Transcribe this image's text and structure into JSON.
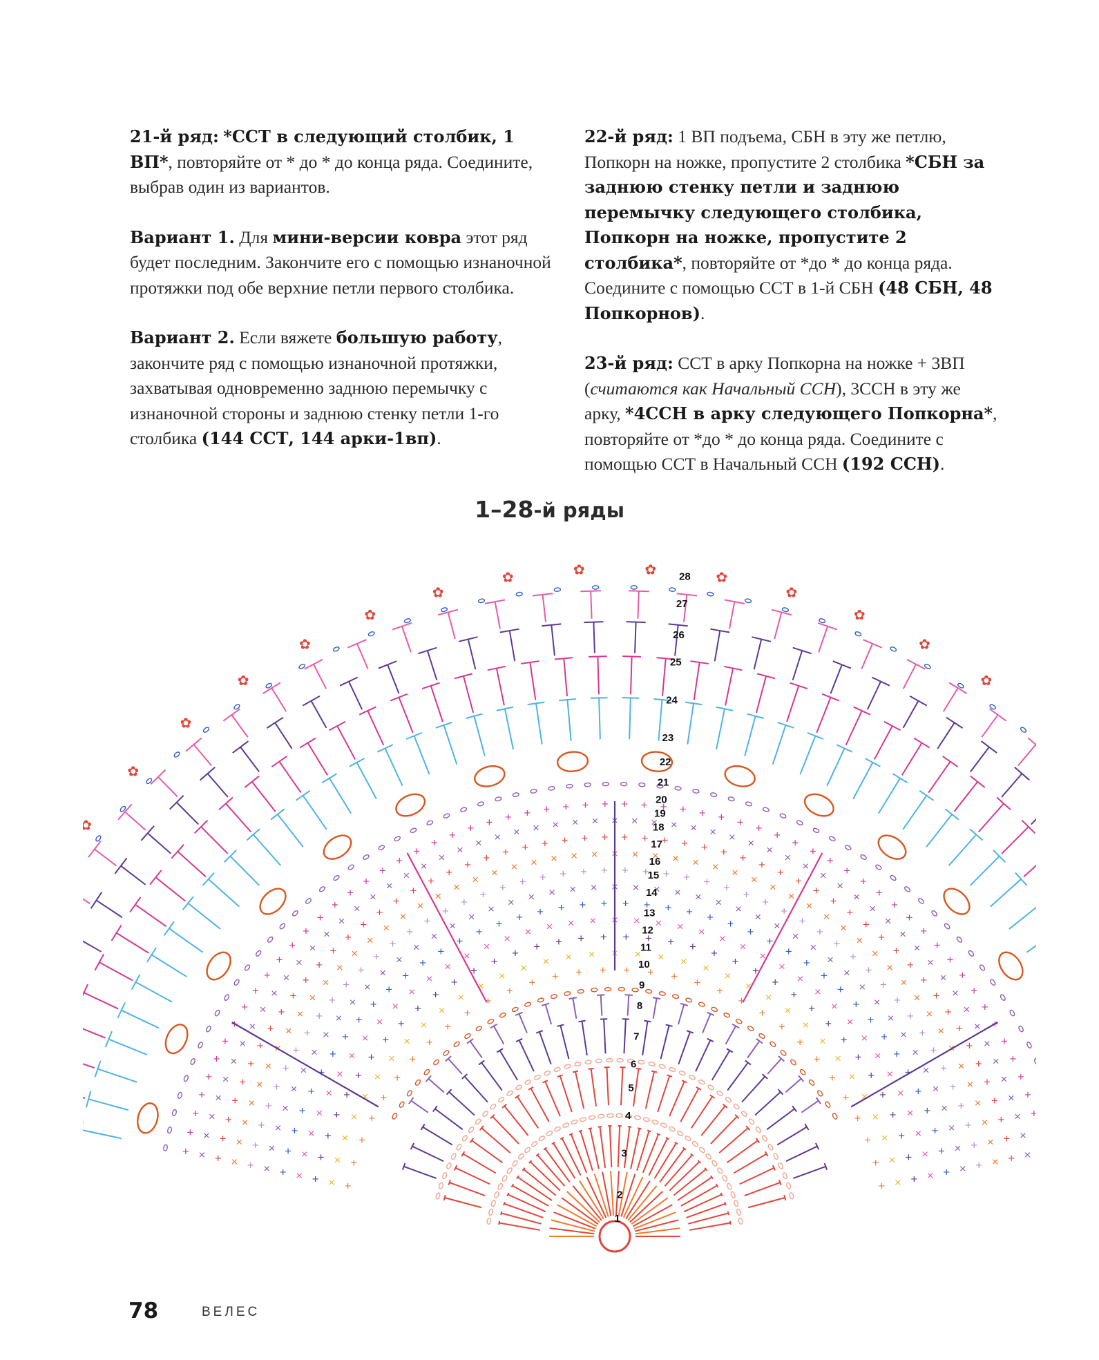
{
  "left_column": {
    "p1": {
      "row_label": "21-й ряд:",
      "bold_instr": "*ССТ в следующий столбик, 1 ВП*",
      "rest": ", повторяйте от * до * до конца ряда. Соедините, выбрав один из вариантов."
    },
    "p2": {
      "label": "Вариант 1.",
      "t1": " Для ",
      "b1": "мини-версии ковра",
      "t2": " этот ряд будет последним. Закончите его с помощью изнаночной протяжки под обе верхние петли первого столбика."
    },
    "p3": {
      "label": "Вариант 2.",
      "t1": " Если вяжете ",
      "b1": "большую работу",
      "t2": ", закончите ряд с помощью изнаночной протяжки, захватывая одновременно заднюю перемычку с изнаночной стороны и заднюю стенку петли 1-го столбика ",
      "b2": "(144 ССТ, 144 арки-1вп)",
      "t3": "."
    }
  },
  "right_column": {
    "p1": {
      "row_label": "22-й ряд:",
      "t1": " 1 ВП подъема, СБН в эту же петлю, Попкорн на ножке, пропустите 2 столбика ",
      "b1": "*СБН за заднюю стенку петли и заднюю перемычку следующего столбика, Попкорн на ножке, пропустите 2 столбика*",
      "t2": ", повторяйте от *до * до конца ряда. Соедините с помощью ССТ в 1-й СБН ",
      "b2": "(48 СБН, 48 Попкорнов)",
      "t3": "."
    },
    "p2": {
      "row_label": "23-й ряд:",
      "t1": " ССТ в арку Попкорна на ножке + 3ВП (",
      "i1": "считаются как Начальный ССН",
      "t2": "), 3ССН в эту же арку, ",
      "b1": "*4ССН в арку следующего Попкорна*",
      "t3": ", повторяйте от *до * до конца ряда. Соедините с помощью ССТ в Начальный ССН ",
      "b2": "(192 ССН)",
      "t4": "."
    }
  },
  "diagram": {
    "title_num": "1–28",
    "title_rest": "-й ряды",
    "row_labels": [
      "1",
      "2",
      "3",
      "4",
      "5",
      "6",
      "7",
      "8",
      "9",
      "10",
      "11",
      "12",
      "13",
      "14",
      "15",
      "16",
      "17",
      "18",
      "19",
      "20",
      "21",
      "22",
      "23",
      "24",
      "25",
      "26",
      "27",
      "28"
    ],
    "colors": {
      "red": "#e2453a",
      "orange": "#ef7a2a",
      "dark_orange": "#d9561e",
      "peach": "#f0a58f",
      "violet": "#5a3a96",
      "purple": "#8a5fb8",
      "blue": "#2f5cc8",
      "light_blue": "#4db3e6",
      "magenta": "#d6378f",
      "pink": "#e85aa6",
      "yellow": "#e8b830",
      "lilac": "#b38fd6"
    }
  },
  "footer": {
    "page_number": "78",
    "publisher": "ВЕЛЕС"
  }
}
